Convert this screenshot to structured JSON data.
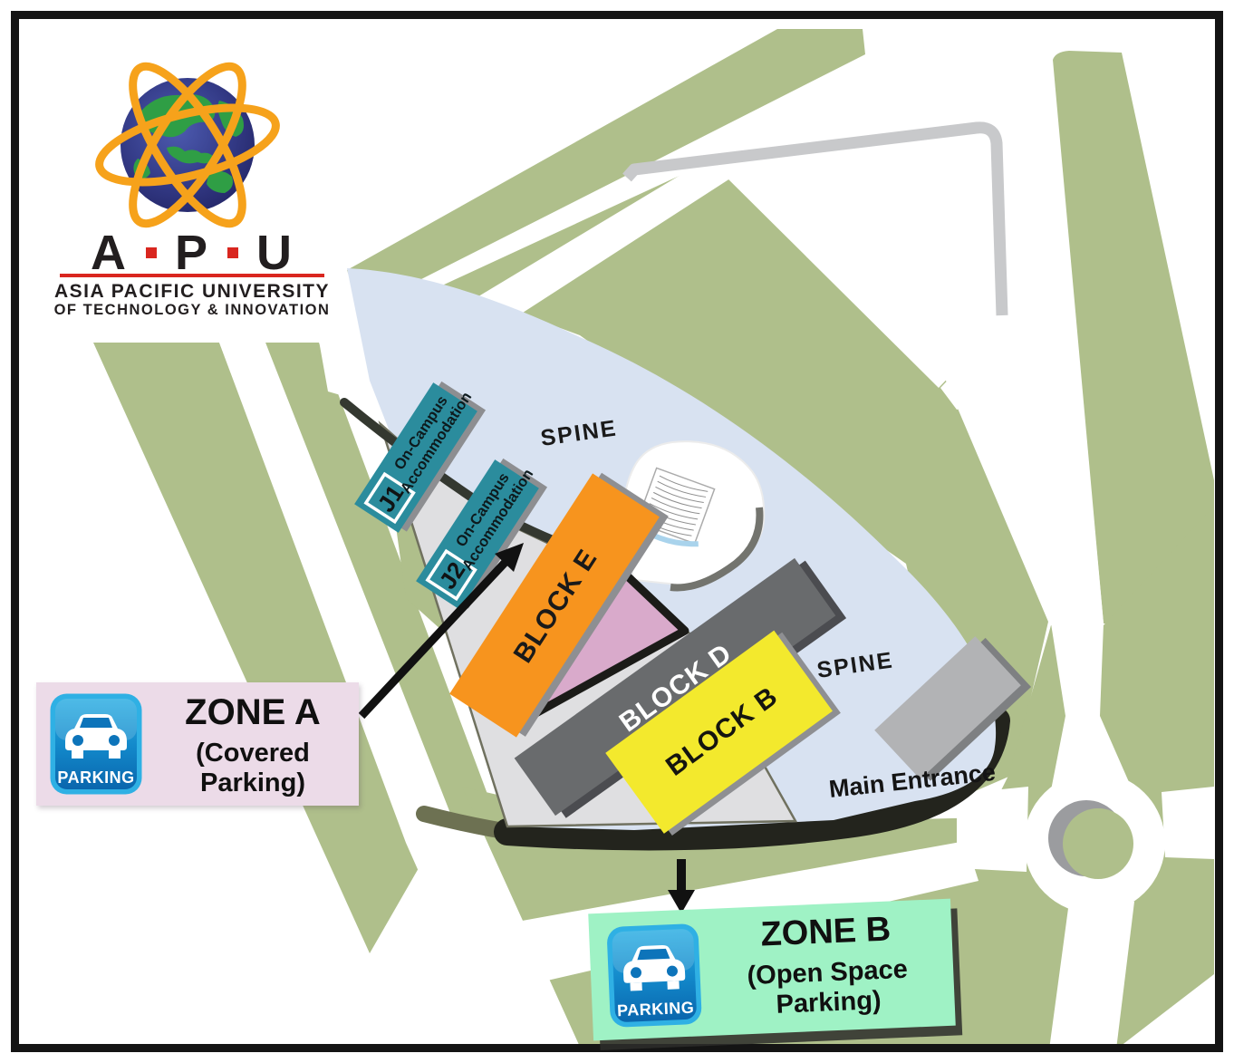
{
  "logo": {
    "letters": [
      "A",
      "P",
      "U"
    ],
    "tagline_line1": "ASIA PACIFIC UNIVERSITY",
    "tagline_line2": "OF TECHNOLOGY & INNOVATION"
  },
  "map": {
    "labels": {
      "spine_upper": "SPINE",
      "spine_lower": "SPINE",
      "main_entrance": "Main Entrance"
    },
    "buildings": {
      "j1_code": "J1",
      "j1_line1": "On-Campus",
      "j1_line2": "Accommodation",
      "j2_code": "J2",
      "j2_line1": "On-Campus",
      "j2_line2": "Accommodation",
      "block_e": "BLOCK E",
      "block_d": "BLOCK D",
      "block_b": "BLOCK B"
    },
    "colors": {
      "grass_green": "#AFBF8B",
      "campus_spine_blue": "#D8E2F1",
      "parking_area_gray": "#DFDFE1",
      "accommodation_teal": "#2B8C9D",
      "block_e_orange": "#F7941E",
      "block_d_gray": "#696B6D",
      "block_b_yellow": "#F3E92D",
      "annex_pink": "#D9AACB",
      "zone_a_bg": "#ECDBE8",
      "zone_b_bg": "#9FF2C5",
      "parking_sign_blue": "#1099D6"
    }
  },
  "zones": {
    "a": {
      "name": "ZONE A",
      "description": "(Covered Parking)",
      "sign": "PARKING"
    },
    "b": {
      "name": "ZONE B",
      "description": "(Open Space Parking)",
      "sign": "PARKING"
    }
  }
}
